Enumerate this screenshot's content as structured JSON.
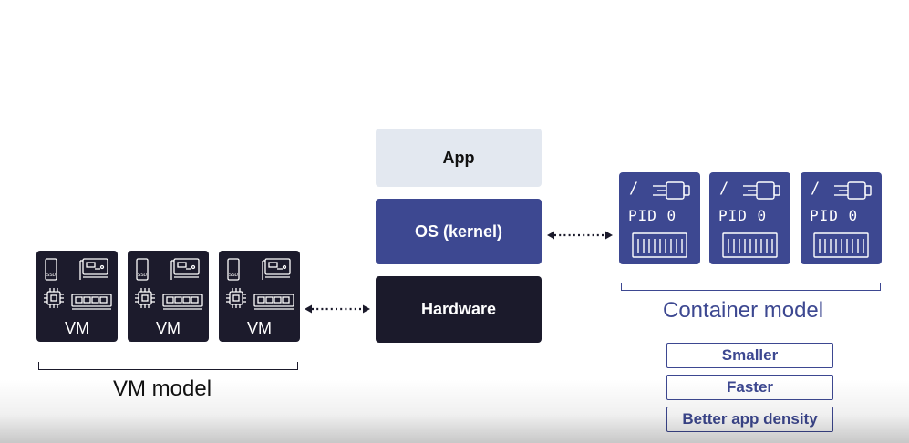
{
  "stack": {
    "app": "App",
    "os": "OS (kernel)",
    "hardware": "Hardware"
  },
  "vm_model": {
    "label": "VM model",
    "tiles": [
      {
        "label": "VM",
        "ssd": "SSD"
      },
      {
        "label": "VM",
        "ssd": "SSD"
      },
      {
        "label": "VM",
        "ssd": "SSD"
      }
    ]
  },
  "container_model": {
    "label": "Container model",
    "tiles": [
      {
        "root": "/",
        "pid": "PID 0"
      },
      {
        "root": "/",
        "pid": "PID 0"
      },
      {
        "root": "/",
        "pid": "PID 0"
      }
    ]
  },
  "benefits": [
    "Smaller",
    "Faster",
    "Better app density"
  ],
  "icons": {
    "vm": [
      "ssd-icon",
      "network-card-icon",
      "cpu-chip-icon",
      "memory-module-icon"
    ],
    "container": [
      "plug-cable-icon",
      "storage-rack-icon"
    ]
  },
  "colors": {
    "navy": "#3d4891",
    "dark": "#1b1a2b",
    "light": "#e3e8f0"
  }
}
